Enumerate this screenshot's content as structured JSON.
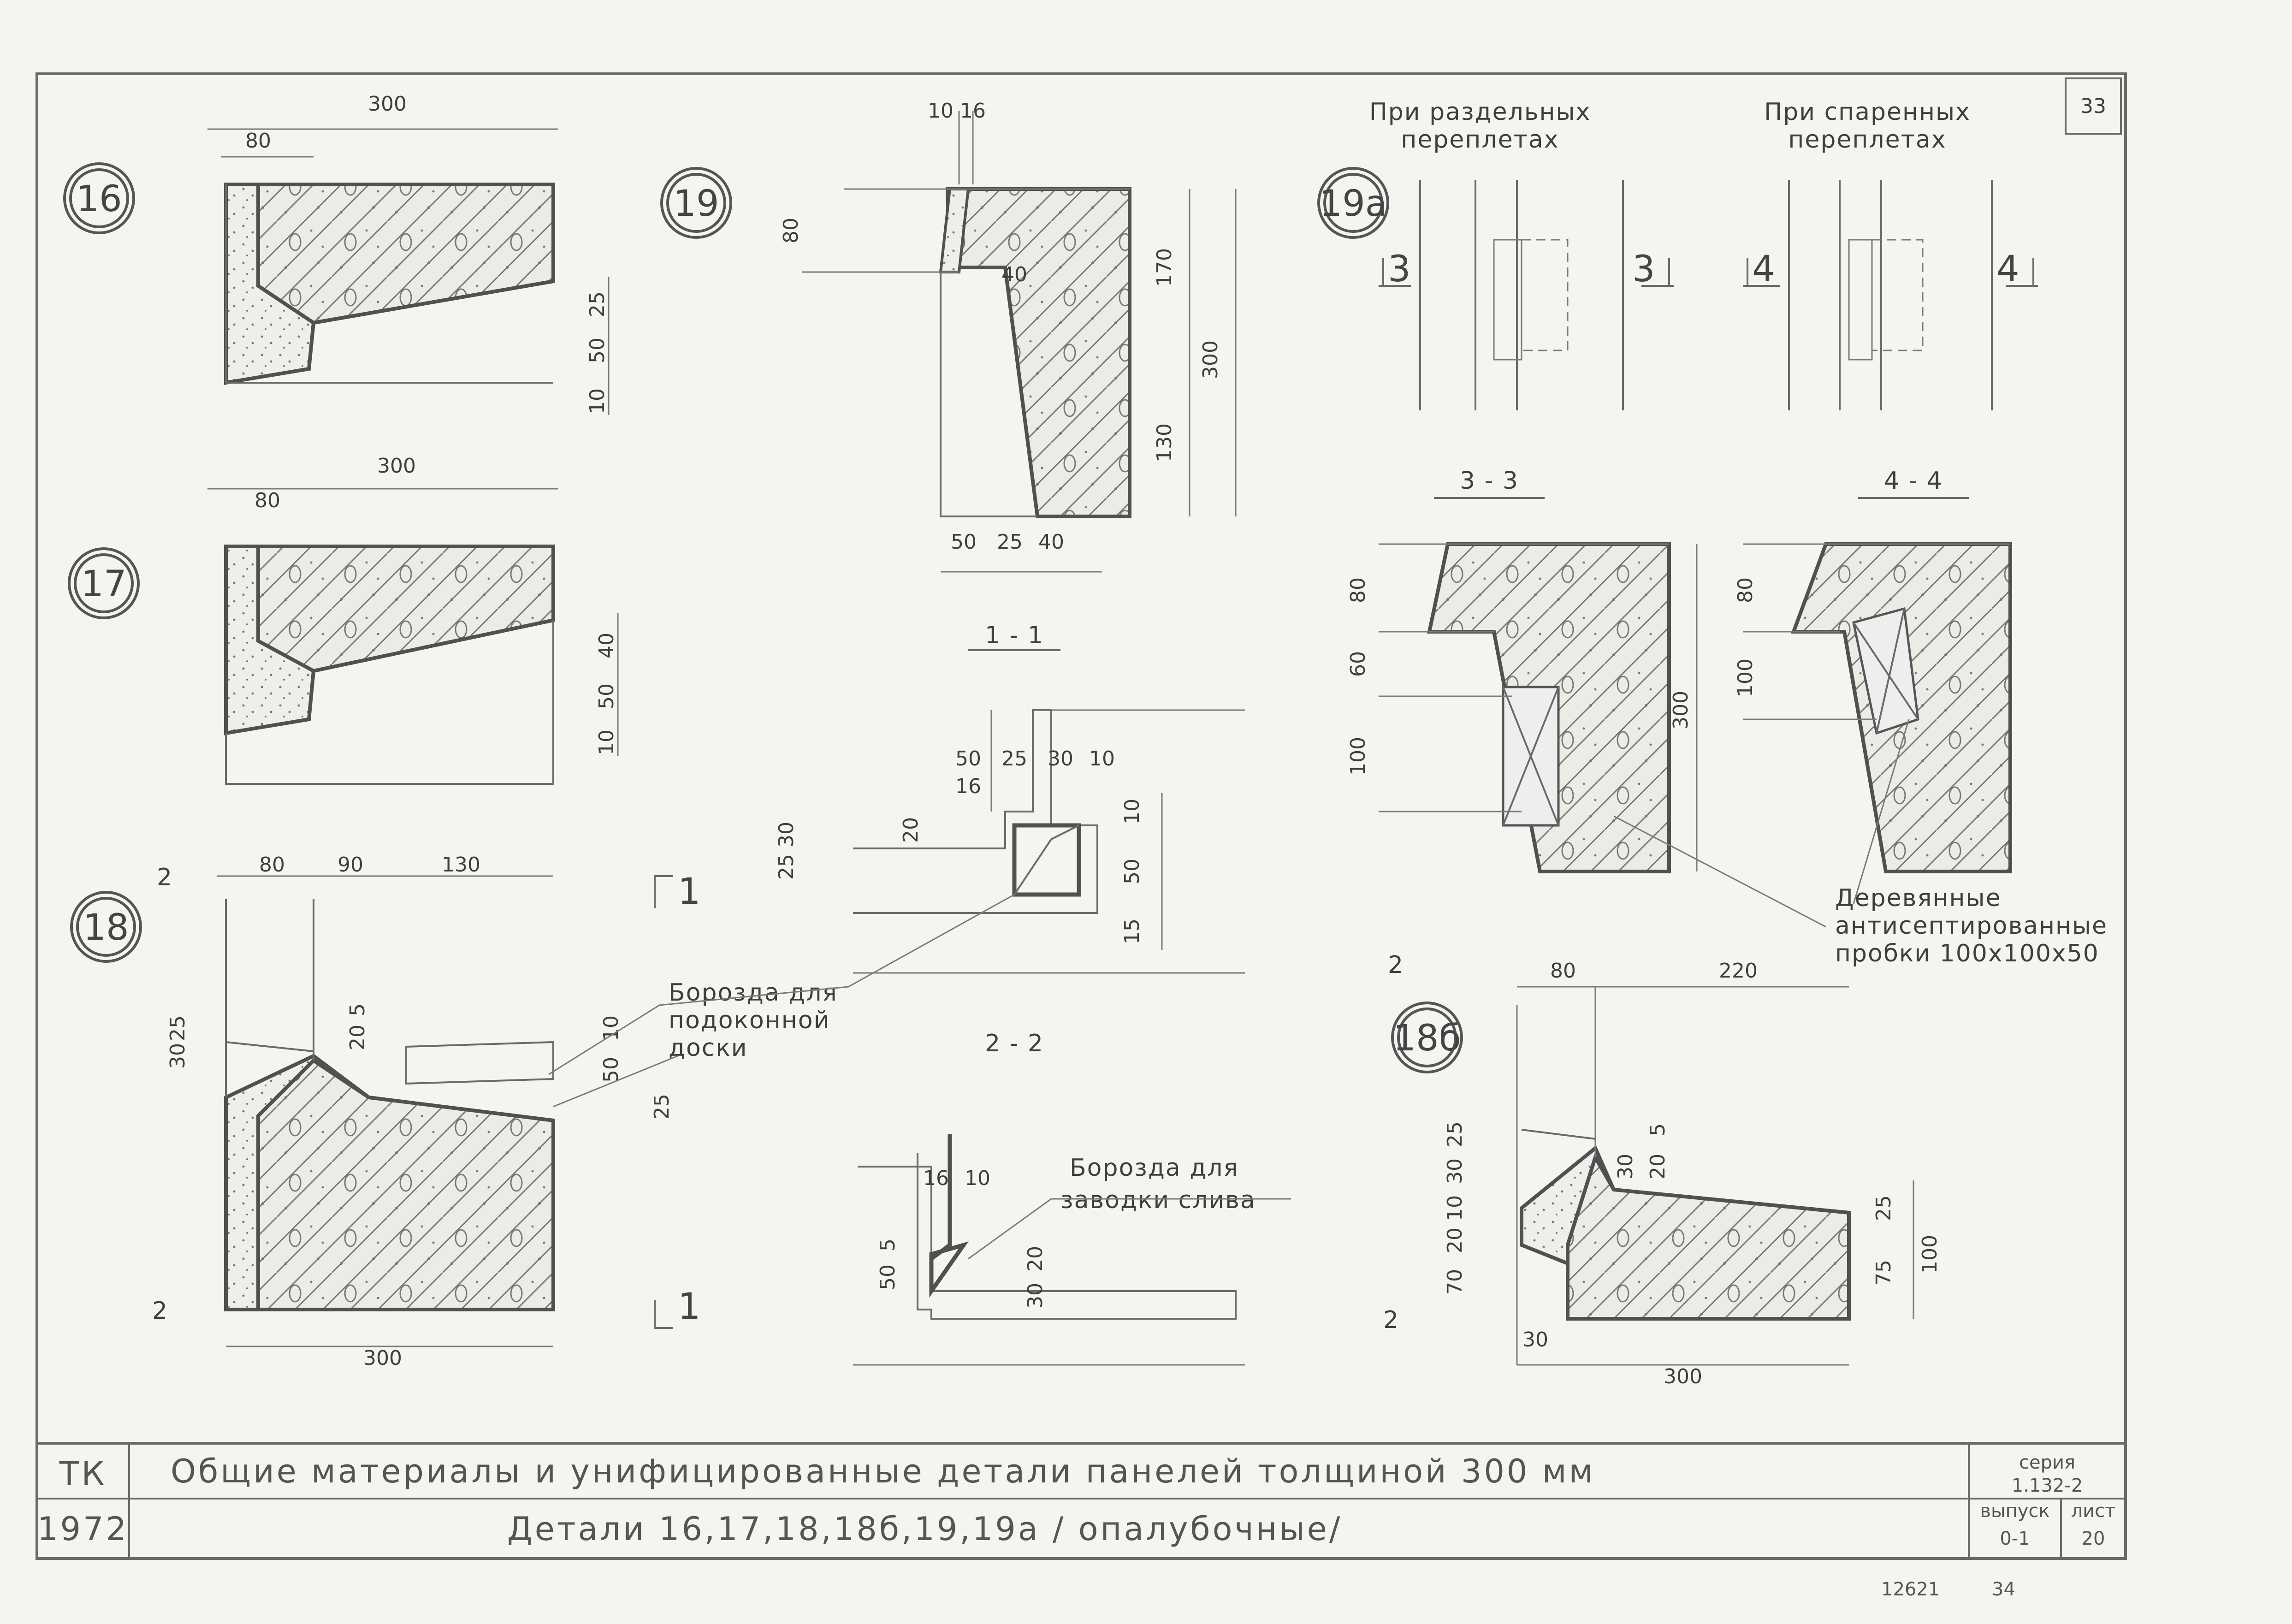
{
  "details": {
    "d16": {
      "num": "16",
      "dims": [
        "300",
        "80",
        "25",
        "50",
        "10"
      ]
    },
    "d17": {
      "num": "17",
      "dims": [
        "300",
        "80",
        "40",
        "50",
        "10"
      ]
    },
    "d18": {
      "num": "18",
      "dims": [
        "80",
        "90",
        "130",
        "30",
        "25",
        "20",
        "5",
        "10",
        "50",
        "25",
        "300"
      ],
      "sec_mark_top": "2",
      "sec_mark_bottom": "2",
      "sec1_top": "1",
      "sec1_bottom": "1"
    },
    "d19": {
      "num": "19",
      "dims": [
        "10",
        "16",
        "80",
        "40",
        "170",
        "300",
        "130",
        "50",
        "25",
        "40"
      ],
      "section": "1 - 1"
    },
    "d19a": {
      "num": "19a",
      "left_title": [
        "При раздельных",
        "переплетах"
      ],
      "right_title": [
        "При спаренных",
        "переплетах"
      ],
      "sec3": "3",
      "sec4": "4"
    },
    "s22": {
      "section": "2 - 2",
      "dims": [
        "16",
        "50",
        "25",
        "30",
        "10",
        "20",
        "25",
        "30",
        "50",
        "10",
        "15"
      ],
      "note": [
        "Борозда для",
        "подоконной",
        "доски"
      ]
    },
    "s33": {
      "section": "3 - 3",
      "dims": [
        "80",
        "60",
        "100",
        "300"
      ]
    },
    "s44": {
      "section": "4 - 4",
      "dims": [
        "80",
        "100"
      ],
      "note": [
        "Деревянные",
        "антисептированные",
        "пробки 100x100x50"
      ]
    },
    "s_drip": {
      "dims": [
        "16",
        "10",
        "50",
        "5",
        "30",
        "20"
      ],
      "note": [
        "Борозда для",
        "заводки слива"
      ]
    },
    "d18b": {
      "num": "18б",
      "dims": [
        "80",
        "220",
        "25",
        "30",
        "10",
        "20",
        "70",
        "20",
        "5",
        "30",
        "25",
        "75",
        "100",
        "30",
        "300"
      ],
      "sec_top": "2",
      "sec_bottom": "2"
    }
  },
  "title_block": {
    "tk": "ТК",
    "year": "1972",
    "main_title": "Общие материалы и унифицированные детали панелей толщиной 300 мм",
    "subtitle": "Детали 16,17,18,18б,19,19а / опалубочные/",
    "series_label": "серия",
    "series": "1.132-2",
    "issue_label": "выпуск",
    "issue": "0-1",
    "sheet_label": "лист",
    "sheet": "20",
    "page": "33"
  },
  "stamp": {
    "inv": "12621",
    "extra": "34"
  }
}
